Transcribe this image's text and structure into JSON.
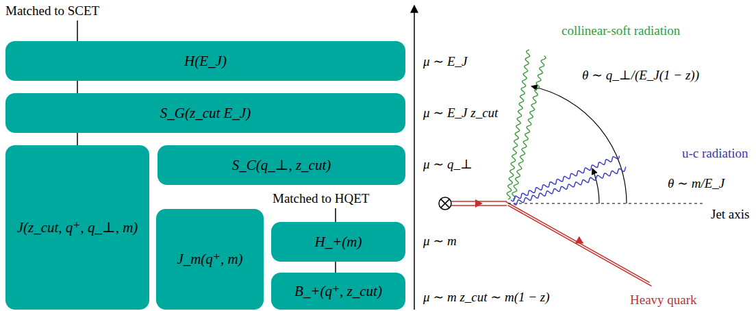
{
  "diagram": {
    "nodes": [
      {
        "text": [
          "H(E_J)"
        ]
      },
      {
        "text": [
          "S_G(z_cut E_J)"
        ]
      },
      {
        "text": [
          "J(z_cut, q⁺, q_⊥, m)"
        ]
      },
      {
        "text": [
          "S_C(q_⊥, z_cut)"
        ]
      },
      {
        "text": [
          "J_m(q⁺, m)"
        ]
      },
      {
        "text": [
          "H_+(m)"
        ]
      },
      {
        "text": [
          "B_+(q⁺, z_cut)"
        ]
      }
    ],
    "edges": [
      {
        "from": 0,
        "to": 1,
        "arrow": "none"
      },
      {
        "from": 1,
        "to": 2,
        "arrow": "none"
      },
      {
        "from": 5,
        "to": 6,
        "arrow": "none"
      }
    ],
    "labels": [
      "Matched to SCET",
      "Matched to HQET",
      "μ ∼ E_J",
      "μ ∼ E_J z_cut",
      "μ ∼ q_⊥",
      "μ ∼ m",
      "μ ∼ m z_cut ∼ m(1 − z)",
      "collinear-soft radiation",
      "θ ∼ q_⊥/(E_J(1 − z))",
      "u-c radiation",
      "θ ∼ m/E_J",
      "Jet axis",
      "Heavy quark"
    ]
  }
}
